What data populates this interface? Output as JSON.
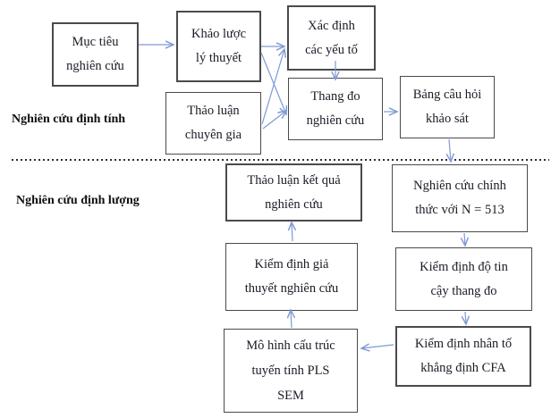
{
  "diagram": {
    "section_labels": {
      "qualitative": "Nghiên cứu định tính",
      "quantitative": "Nghiên cứu định lượng"
    },
    "nodes": {
      "research_objective": {
        "lines": [
          "Mục tiêu",
          "nghiên cứu"
        ]
      },
      "literature_review": {
        "lines": [
          "Khảo lược",
          "lý thuyết"
        ]
      },
      "expert_discussion": {
        "lines": [
          "Thảo luận",
          "chuyên gia"
        ]
      },
      "identify_factors": {
        "lines": [
          "Xác định",
          "các yếu tố"
        ]
      },
      "research_scale": {
        "lines": [
          "Thang đo",
          "nghiên cứu"
        ]
      },
      "survey_questionnaire": {
        "lines": [
          "Bảng câu hỏi",
          "khảo sát"
        ]
      },
      "discuss_results": {
        "lines": [
          "Thảo luận kết quả",
          "nghiên cứu"
        ]
      },
      "main_study": {
        "lines": [
          "Nghiên cứu chính",
          "thức với N = 513"
        ]
      },
      "hypothesis_testing": {
        "lines": [
          "Kiểm định giả",
          "thuyết nghiên cứu"
        ]
      },
      "reliability_testing": {
        "lines": [
          "Kiểm định độ tin",
          "cậy thang đo"
        ]
      },
      "pls_sem_model": {
        "lines": [
          "Mô hình cấu trúc",
          "tuyến tính PLS",
          "SEM"
        ]
      },
      "cfa_testing": {
        "lines": [
          "Kiểm định nhân tố",
          "khẳng định CFA"
        ]
      }
    },
    "sample_size": "N = 513",
    "colors": {
      "arrow": "#7d9ad5",
      "border": "#4a4a4a",
      "text": "#1b1b26",
      "divider": "#111111"
    }
  }
}
